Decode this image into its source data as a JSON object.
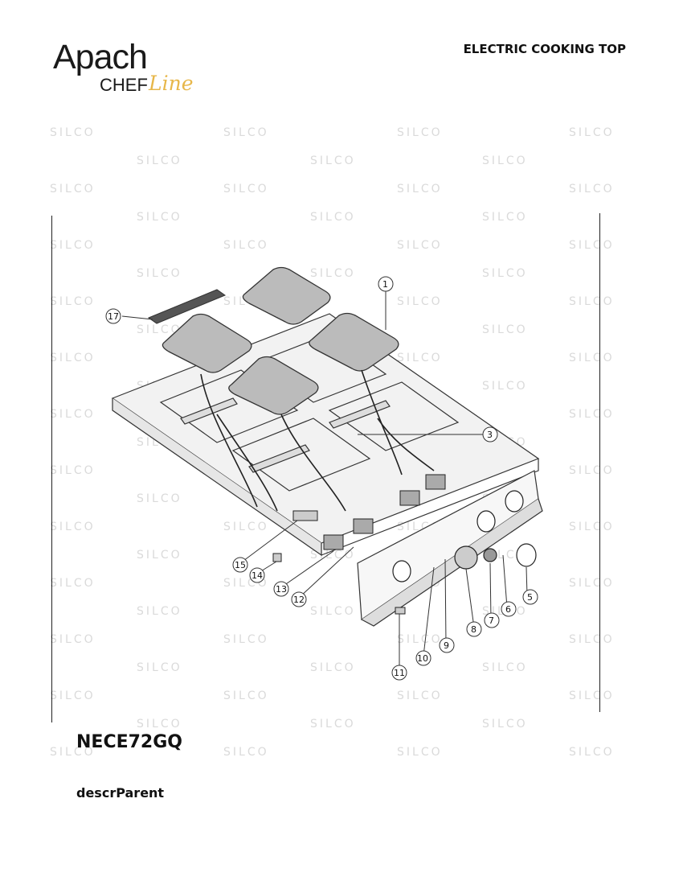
{
  "brand": {
    "main": "Apach",
    "sub": "CHEF",
    "line": "Line"
  },
  "header": {
    "title": "ELECTRIC COOKING TOP"
  },
  "watermark_text": "SILCO",
  "model": "NECE72GQ",
  "description": "descrParent",
  "callouts": [
    "1",
    "3",
    "5",
    "6",
    "7",
    "8",
    "9",
    "10",
    "11",
    "12",
    "13",
    "14",
    "15",
    "17"
  ]
}
